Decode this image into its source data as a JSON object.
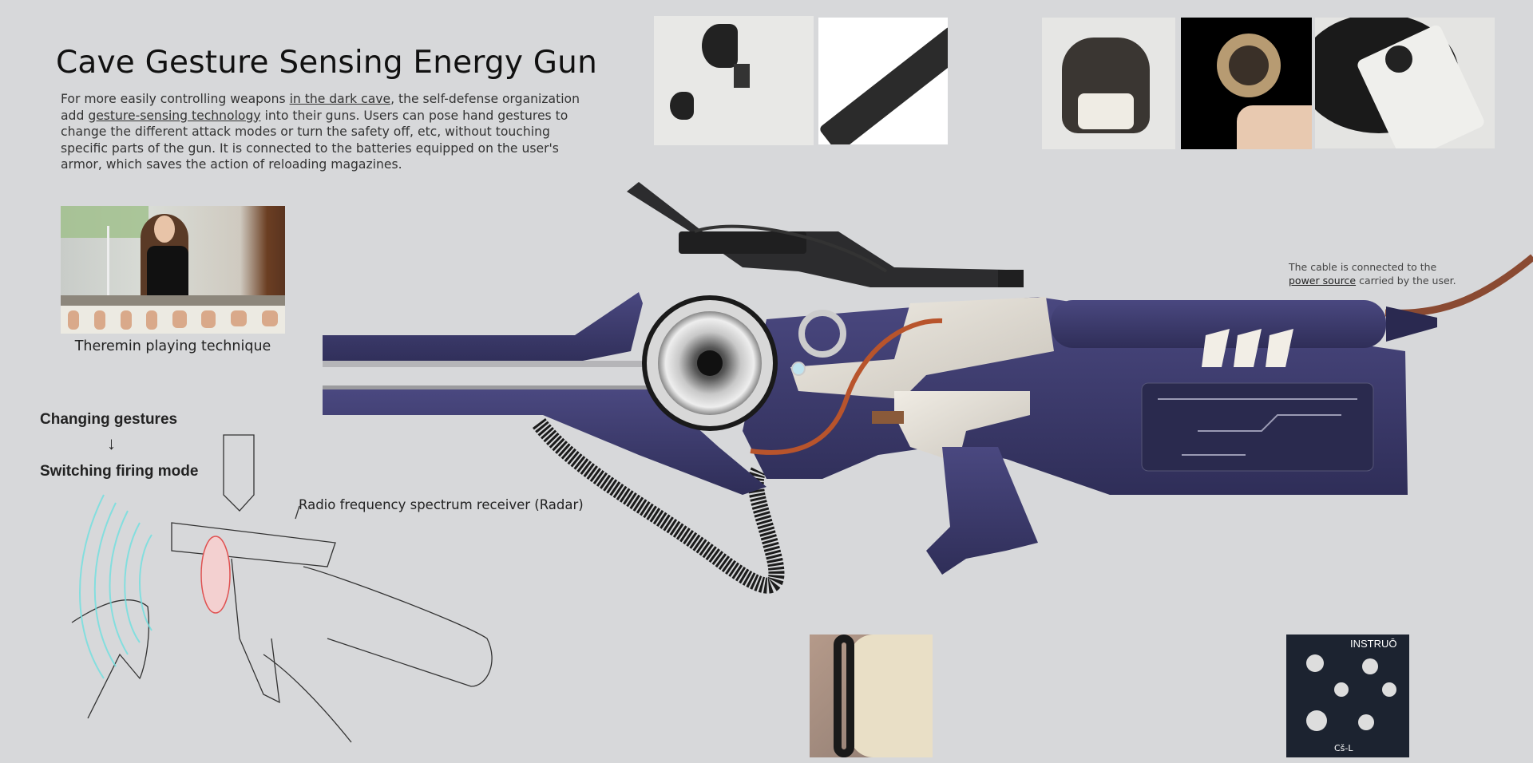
{
  "title": "Cave Gesture Sensing Energy Gun",
  "intro": {
    "part1": "For more easily controlling weapons ",
    "link1": "in the dark cave",
    "part2": ", the self-defense organization add ",
    "link2": "gesture-sensing technology",
    "part3": " into their guns. Users can pose hand gestures to change the different attack modes or turn the safety off, etc, without touching specific parts of the gun. It is connected to the batteries equipped on the user's armor, which saves the action of reloading magazines."
  },
  "theremin": {
    "caption": "Theremin playing technique"
  },
  "gesture_flow": {
    "step1": "Changing gestures",
    "arrow": "↓",
    "step2": "Switching firing mode"
  },
  "sketch": {
    "label": "Radio frequency spectrum receiver (Radar)"
  },
  "cable_note": {
    "line1": "The cable is connected to the",
    "link": "power source",
    "line2": " carried by the user."
  },
  "reference_images": {
    "top": [
      "horn-speaker-installation",
      "gun-stock-detail",
      "lounge-chair",
      "handheld-microphone",
      "portable-record-player"
    ],
    "bottom": [
      "coiled-cable-chair",
      "instruo-synth-module"
    ],
    "synth_module_lettering": [
      "INSTRUŌ",
      "Cš-L"
    ]
  },
  "colors": {
    "background": "#d7d8da",
    "gun_purple": "#3b3a6b",
    "gun_cream": "#e6e1d8",
    "cable_brown": "#8a4a32",
    "radar_cyan": "#6fe0e0",
    "radar_red": "#e05050"
  }
}
